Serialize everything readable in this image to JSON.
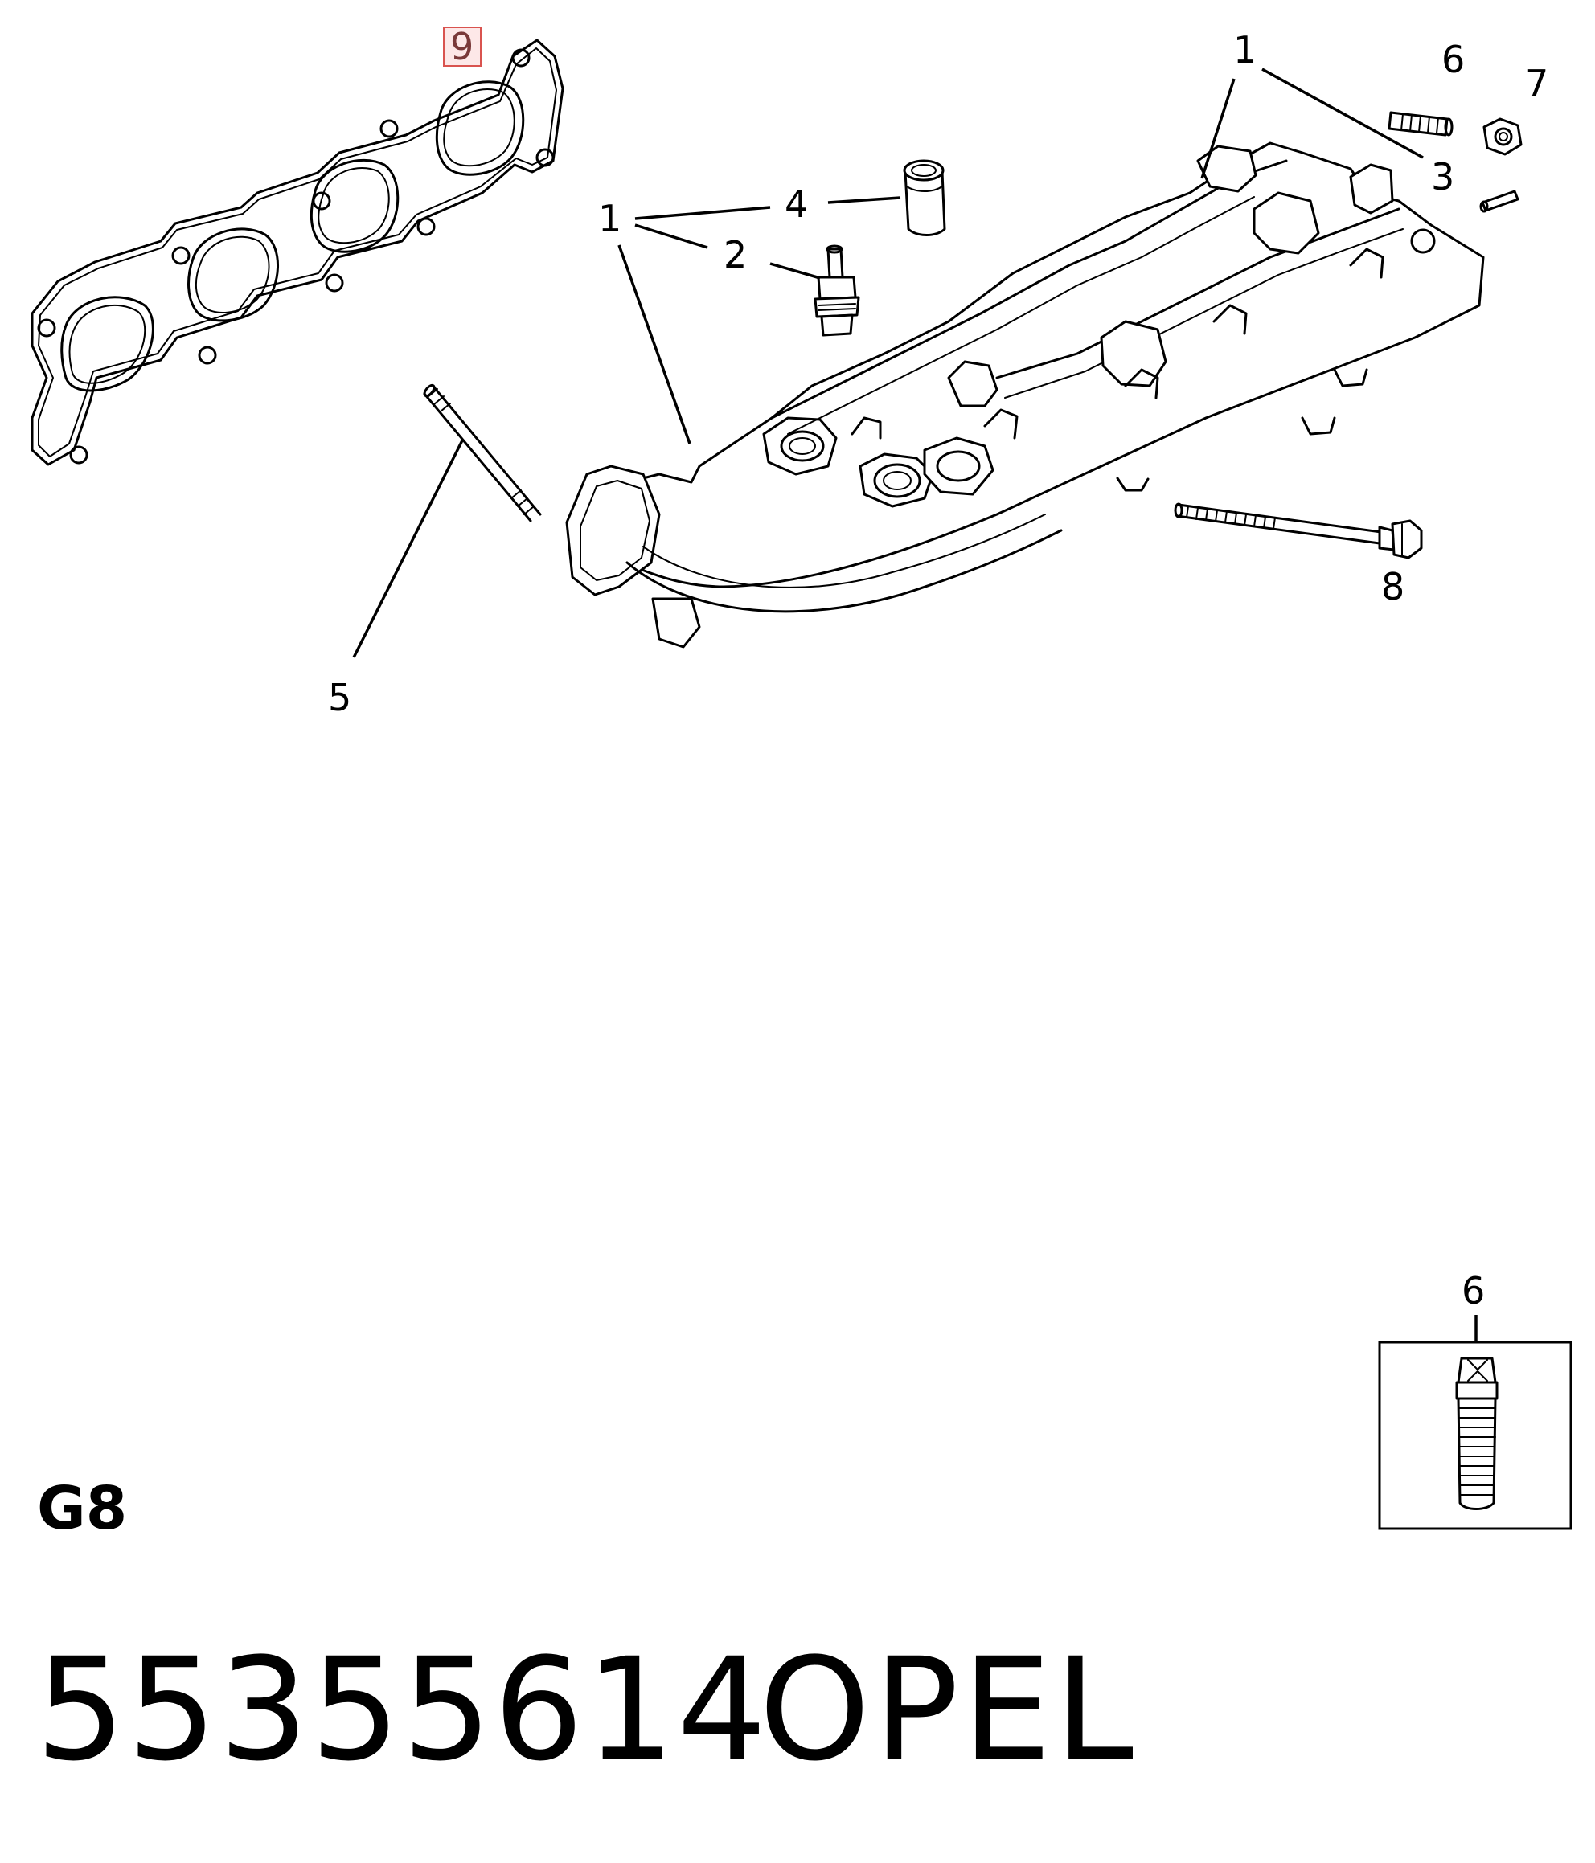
{
  "callouts": {
    "c1a": "1",
    "c1b": "1",
    "c2": "2",
    "c3": "3",
    "c4": "4",
    "c5": "5",
    "c6": "6",
    "c7": "7",
    "c8": "8",
    "c9": "9",
    "c6_detail": "6"
  },
  "highlighted_callout": "9",
  "colors": {
    "highlight_box": "#d9534f",
    "highlight_text": "#7a3a3a",
    "ink": "#000000"
  },
  "model_label": "G8",
  "part_number": "55355614",
  "brand": "OPEL"
}
